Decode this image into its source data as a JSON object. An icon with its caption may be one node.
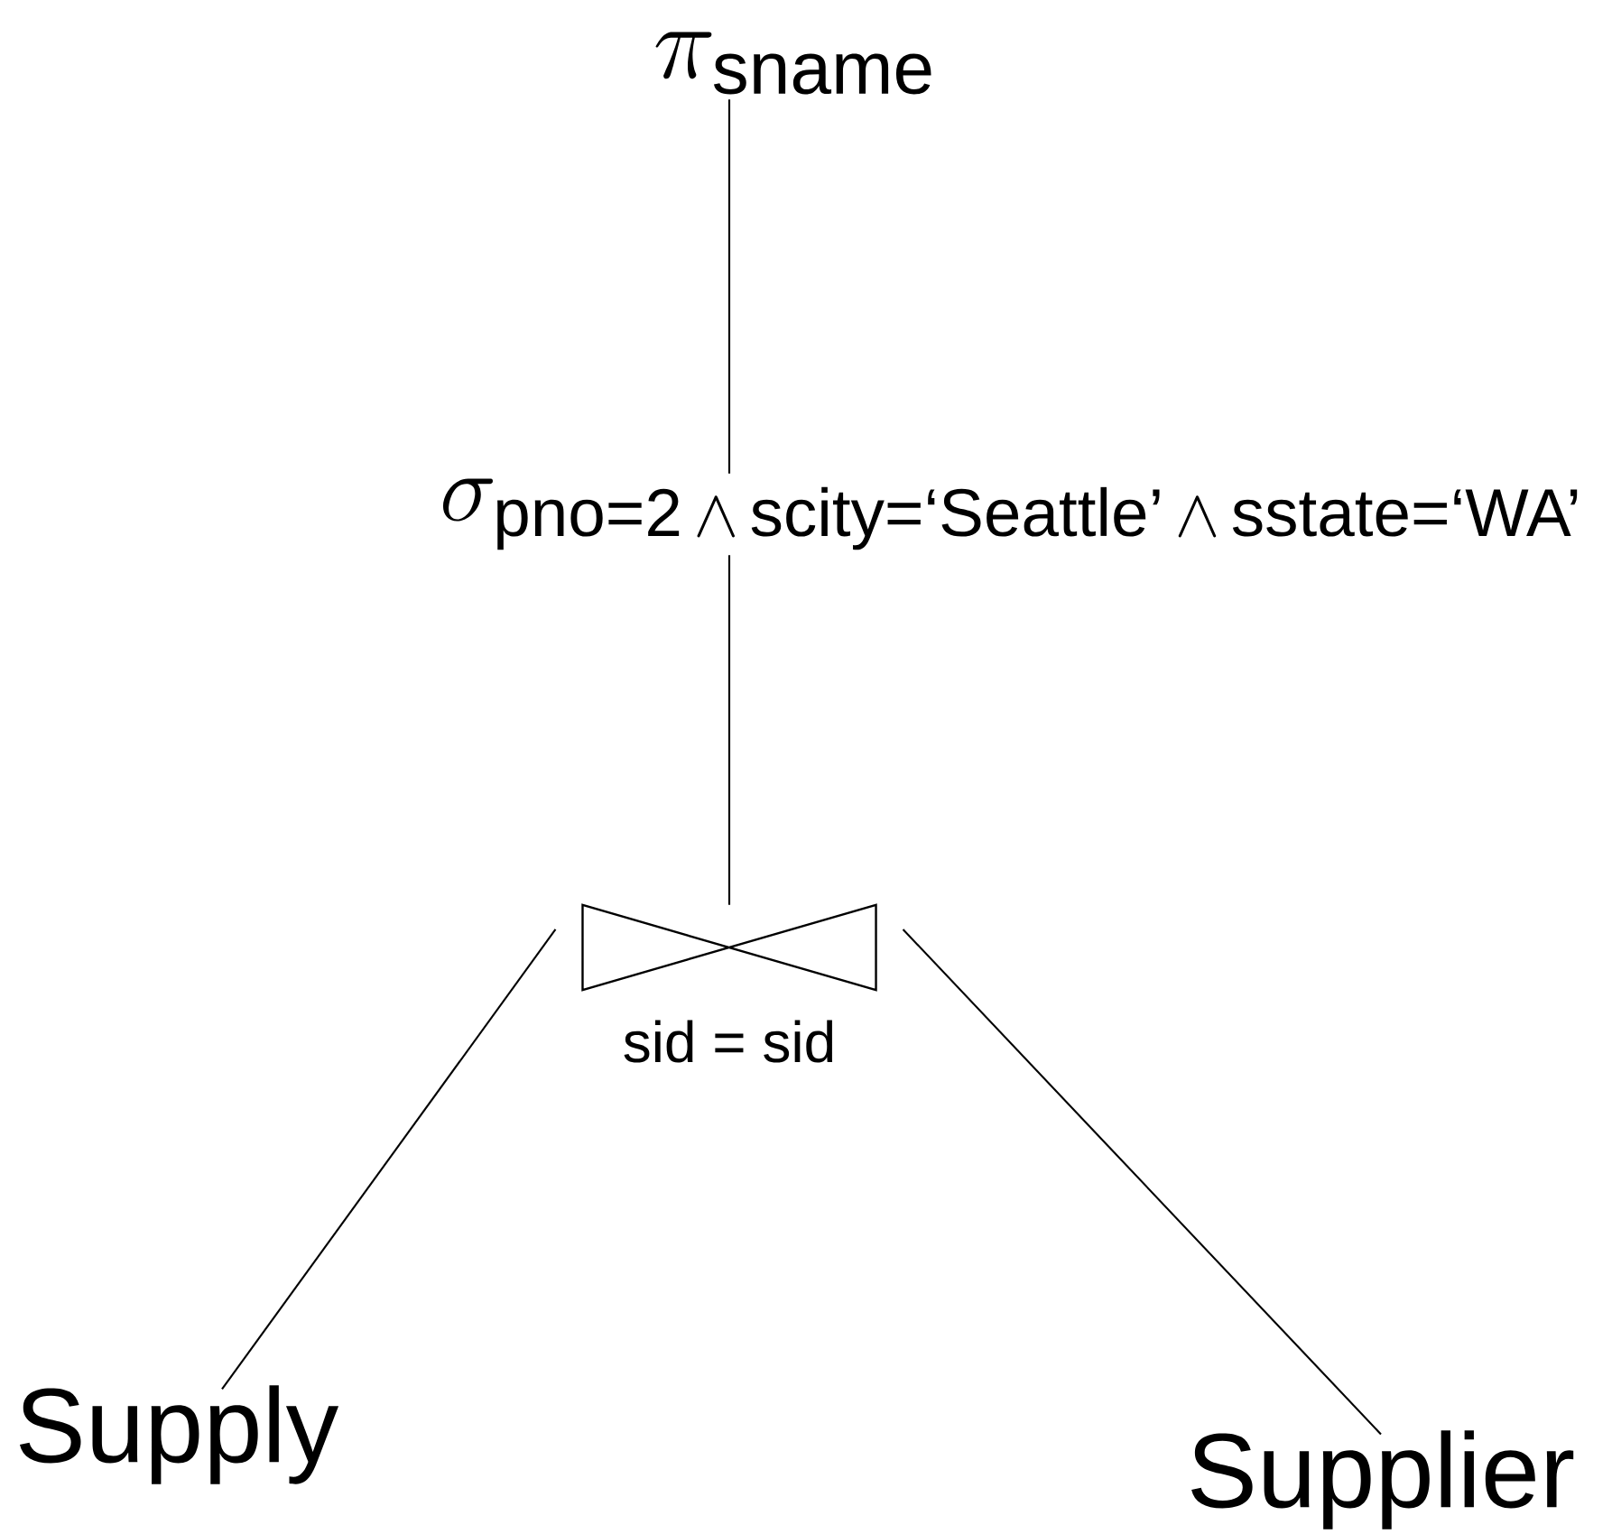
{
  "diagram": {
    "nodes": [
      {
        "text": [
          "\\pi_{\\text{sname}}"
        ]
      },
      {
        "text": [
          "\\sigma_{\\text{pno=2}\\,\\wedge\\,\\text{scity=‘Seattle’}\\,\\wedge\\,\\text{sstate=‘WA’}}"
        ]
      },
      {
        "text": [],
        "shape": "bowtie",
        "beside": [
          "sid = sid"
        ]
      },
      {
        "text": [
          "Supply"
        ]
      },
      {
        "text": [
          "Supplier"
        ]
      }
    ],
    "edges": [
      {
        "from": 0,
        "to": 1,
        "arrow": "none"
      },
      {
        "from": 1,
        "to": 2,
        "arrow": "none"
      },
      {
        "from": 2,
        "to": 3,
        "arrow": "none"
      },
      {
        "from": 2,
        "to": 4,
        "arrow": "none"
      }
    ]
  }
}
